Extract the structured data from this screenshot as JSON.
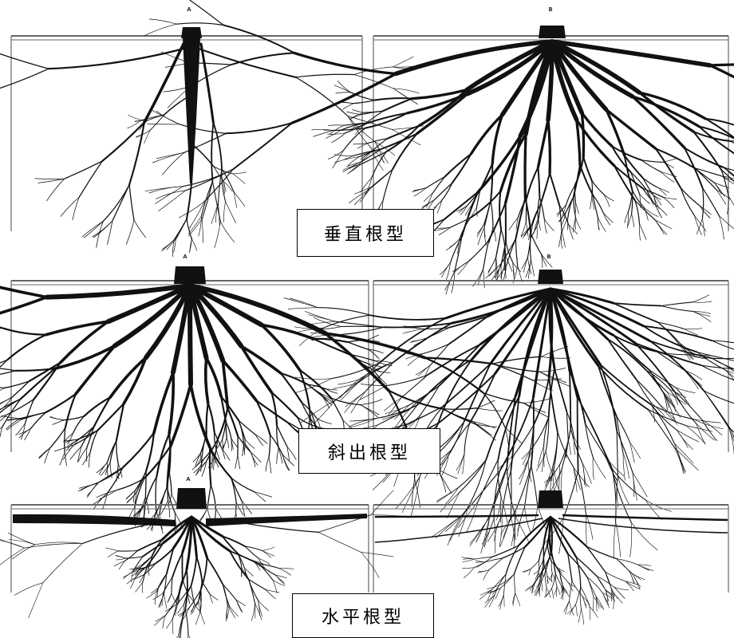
{
  "rows": [
    {
      "type_label": "垂直根型",
      "panels": [
        {
          "letter": "A",
          "form": "taproot"
        },
        {
          "letter": "B",
          "form": "heart-spreading"
        }
      ]
    },
    {
      "type_label": "斜出根型",
      "panels": [
        {
          "letter": "A",
          "form": "oblique-spreading"
        },
        {
          "letter": "B",
          "form": "oblique-fibrous"
        }
      ]
    },
    {
      "type_label": "水平根型",
      "panels": [
        {
          "letter": "A",
          "form": "horizontal-thick"
        },
        {
          "letter": "B",
          "form": "horizontal-fine"
        }
      ]
    }
  ],
  "colors": {
    "ink": "#111111",
    "frame": "#666666",
    "background": "#ffffff"
  }
}
